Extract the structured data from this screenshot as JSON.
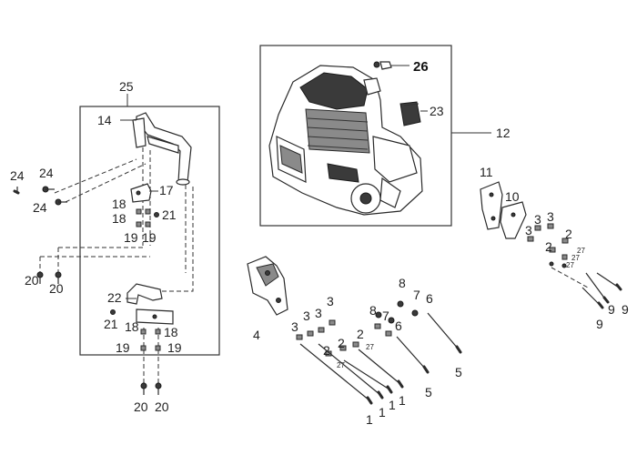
{
  "colors": {
    "line": "#333333",
    "part_fill": "#ffffff",
    "shade": "#3a3a3a",
    "background": "#ffffff"
  },
  "callouts": {
    "c25": "25",
    "c14": "14",
    "c17": "17",
    "c18a": "18",
    "c18b": "18",
    "c21a": "21",
    "c19a": "19",
    "c19b": "19",
    "c24a": "24",
    "c24b": "24",
    "c24c": "24",
    "c20a": "20",
    "c20b": "20",
    "c22": "22",
    "c21b": "21",
    "c18c": "18",
    "c18d": "18",
    "c19c": "19",
    "c19d": "19",
    "c20c": "20",
    "c20d": "20",
    "c26": "26",
    "c23": "23",
    "c12": "12",
    "c11": "11",
    "c10": "10",
    "c3a": "3",
    "c3b": "3",
    "c2a": "2",
    "c3c": "3",
    "c2b": "2",
    "c27a": "27",
    "c27b": "27",
    "c27c": "27",
    "c9a": "9",
    "c9b": "9",
    "c9c": "9",
    "c4": "4",
    "c8a": "8",
    "c7a": "7",
    "c6a": "6",
    "c3d": "3",
    "c3e": "3",
    "c3f": "3",
    "c3g": "3",
    "c2c": "2",
    "c2d": "2",
    "c2e": "2",
    "c27d": "27",
    "c27e": "27",
    "c8b": "8",
    "c7b": "7",
    "c6b": "6",
    "c5a": "5",
    "c5b": "5",
    "c1a": "1",
    "c1b": "1",
    "c1c": "1",
    "c1d": "1"
  }
}
